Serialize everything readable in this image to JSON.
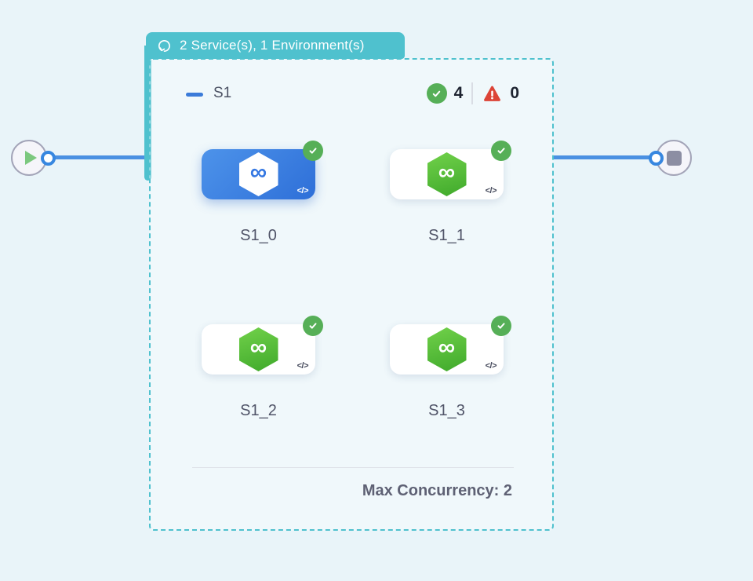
{
  "tab": {
    "label": "2 Service(s), 1 Environment(s)"
  },
  "stage": {
    "title": "S1",
    "success_count": "4",
    "error_count": "0",
    "footer": "Max Concurrency: 2"
  },
  "services": [
    {
      "name": "S1_0",
      "state": "selected"
    },
    {
      "name": "S1_1",
      "state": "default"
    },
    {
      "name": "S1_2",
      "state": "default"
    },
    {
      "name": "S1_3",
      "state": "default"
    }
  ],
  "icons": {
    "code_glyph": "</>",
    "infinity_glyph": "∞"
  },
  "colors": {
    "teal": "#4FC1CE",
    "edge-blue": "#4A90E2",
    "port-blue": "#3787E0",
    "dash-blue": "#3B7BD9",
    "play-green": "#7CC87F",
    "success-green": "#56AF57",
    "error-red": "#DC4437",
    "sel-blue-1": "#4D93EA",
    "sel-blue-2": "#2E6FD8",
    "hex-green-1": "#71D14A",
    "hex-green-2": "#3FA92B"
  }
}
